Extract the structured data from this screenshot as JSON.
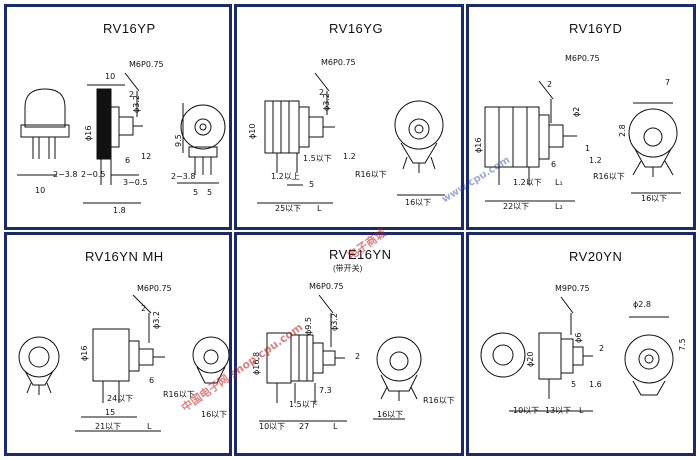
{
  "colors": {
    "frame": "#1b2a6b",
    "ink": "#111111",
    "watermark": "#c21a1a"
  },
  "panels": [
    {
      "title": "RV16YP",
      "labels": {
        "m6": "M6P0.75",
        "d10": "10",
        "phi16": "ϕ16",
        "phi32": "ϕ3.2",
        "n2": "2",
        "n6": "6",
        "n12": "12",
        "n95": "9.5",
        "a2_38": "2−3.8",
        "a2_05": "2−0.5",
        "a3_05": "3−0.5",
        "b2_38": "2−3.8",
        "n10": "10",
        "n55a": "5",
        "n55b": "5",
        "n18": "1.8"
      }
    },
    {
      "title": "RV16YG",
      "labels": {
        "m6": "M6P0.75",
        "phi10": "ϕ10",
        "phi32": "ϕ3.2",
        "n2": "2",
        "n15": "1.5以下",
        "n12": "1.2",
        "n12b": "1.2以上",
        "n5": "5",
        "n25": "25以下",
        "L": "L",
        "r16": "R16以下",
        "n16": "16以下"
      }
    },
    {
      "title": "RV16YD",
      "labels": {
        "m6": "M6P0.75",
        "n2": "2",
        "n7": "7",
        "phi16": "ϕ16",
        "phi2": "ϕ2",
        "n1": "1",
        "n6": "6",
        "n12": "1.2",
        "n12b": "1.2以下",
        "L1": "L₁",
        "n22": "22以下",
        "L2": "L₂",
        "r16": "R16以下",
        "n16": "16以下",
        "n28": "2.8"
      }
    },
    {
      "title": "RV16YN MH",
      "labels": {
        "m6": "M6P0.75",
        "phi16": "ϕ16",
        "phi32": "ϕ3.2",
        "n2": "2",
        "n6": "6",
        "n24": "24以下",
        "n15": "15",
        "n21": "21以下",
        "L": "L",
        "r16": "R16以下",
        "n16": "16以下"
      }
    },
    {
      "title": "RVE16YN",
      "subtitle": "(带开关)",
      "labels": {
        "m6": "M6P0.75",
        "phi168": "ϕ16.8",
        "phi95": "ϕ9.5",
        "phi32": "ϕ3.2",
        "n2": "2",
        "n73": "7.3",
        "n15": "1.5以下",
        "n10": "10以下",
        "n27": "27",
        "L": "L",
        "r16": "R16以下",
        "n16": "16以下"
      }
    },
    {
      "title": "RV20YN",
      "labels": {
        "m9": "M9P0.75",
        "phi28": "ϕ2.8",
        "phi20": "ϕ20",
        "phi6": "ϕ6",
        "n75": "7.5",
        "n2": "2",
        "n5": "5",
        "n16": "1.6",
        "n10": "10以下",
        "n13": "13以下",
        "L": "L"
      }
    }
  ],
  "watermark": {
    "text1": "中国电子网 shop.cpu.com",
    "text2": "电子商城",
    "text3": "www.cpu.com"
  }
}
